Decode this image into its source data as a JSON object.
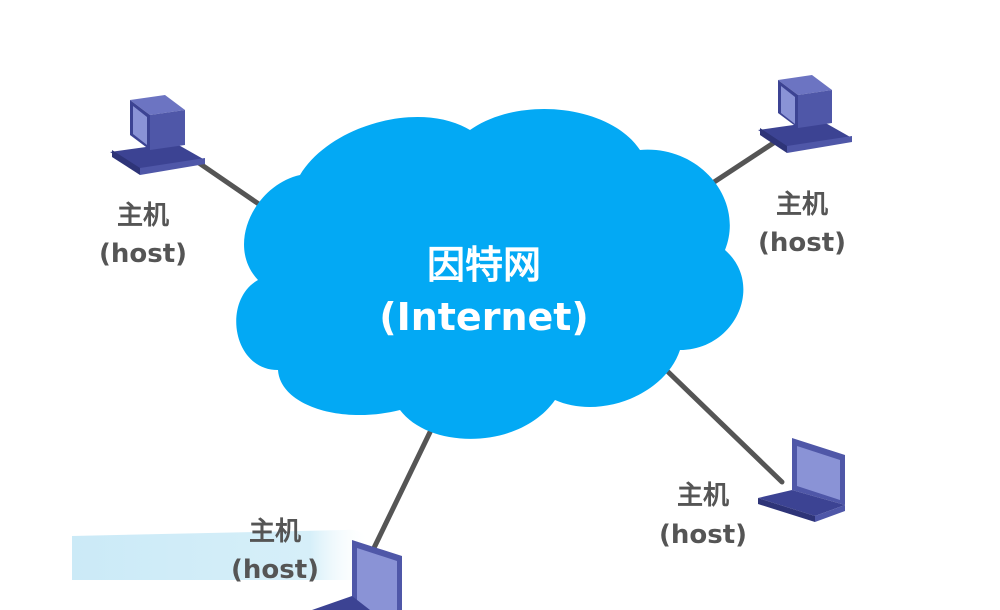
{
  "cloud": {
    "name": "因特网",
    "name_en": "(Internet)",
    "color": "#03a9f4"
  },
  "hosts": [
    {
      "label": "主机",
      "label_en": "(host)",
      "device": "desktop-computer"
    },
    {
      "label": "主机",
      "label_en": "(host)",
      "device": "desktop-computer"
    },
    {
      "label": "主机",
      "label_en": "(host)",
      "device": "laptop-computer"
    },
    {
      "label": "主机",
      "label_en": "(host)",
      "device": "laptop-computer"
    }
  ],
  "colors": {
    "link": "#555555",
    "device_body": "#4f57a8",
    "device_screen": "#8a93d6",
    "label_text": "#555555",
    "background_strip": "#c9e9f6"
  }
}
